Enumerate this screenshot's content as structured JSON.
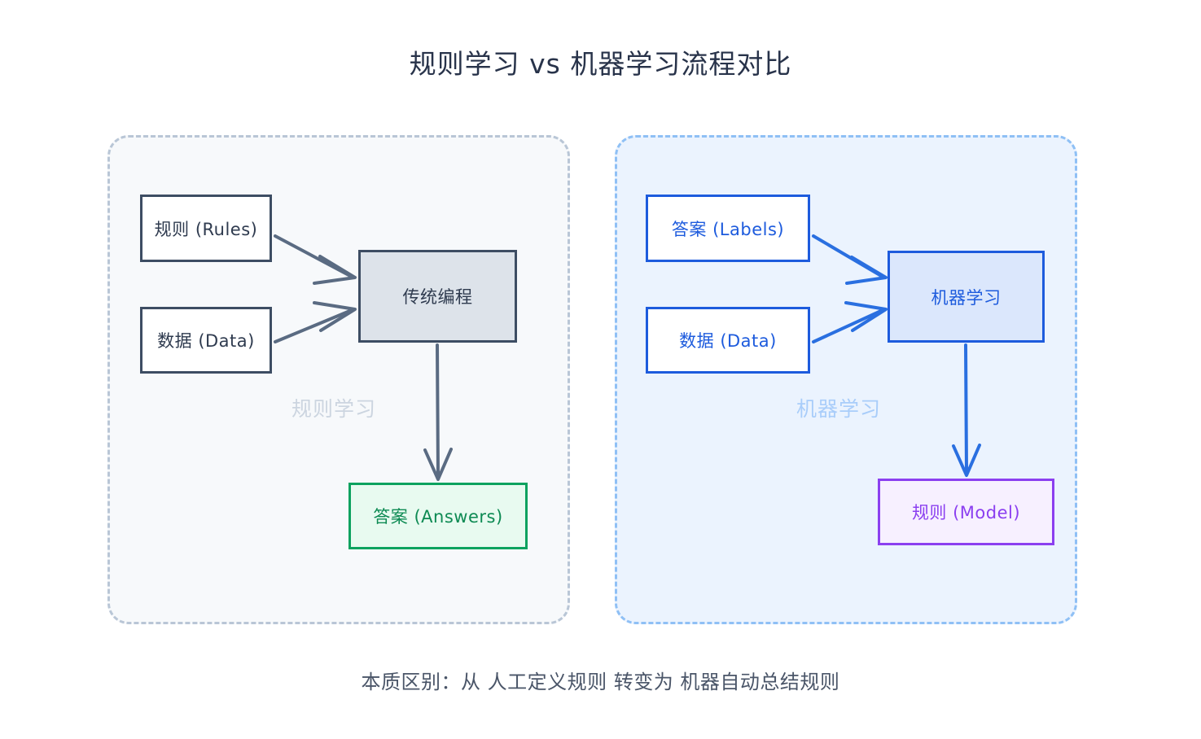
{
  "page": {
    "title": "规则学习 vs 机器学习流程对比",
    "caption": "本质区别：从 人工定义规则 转变为 机器自动总结规则",
    "background": "#ffffff"
  },
  "panels": [
    {
      "id": "rule-based",
      "label": "规则学习",
      "label_color": "#ccd5e0",
      "fill": "#f7f9fb",
      "border_color": "#b9c6d6",
      "border_style": "dashed",
      "nodes": [
        {
          "id": "rules",
          "text": "规则 (Rules)",
          "fill": "#ffffff",
          "border": "#3d4d63",
          "text_color": "#2f3b4f"
        },
        {
          "id": "data",
          "text": "数据 (Data)",
          "fill": "#ffffff",
          "border": "#3d4d63",
          "text_color": "#2f3b4f"
        },
        {
          "id": "traditional",
          "text": "传统编程",
          "fill": "#dde3ea",
          "border": "#3d4d63",
          "text_color": "#2f3b4f"
        },
        {
          "id": "answers",
          "text": "答案 (Answers)",
          "fill": "#e8faf0",
          "border": "#0ca25f",
          "text_color": "#0d8a53"
        }
      ],
      "edges": [
        {
          "from": "rules",
          "to": "traditional",
          "color": "#5a6b82"
        },
        {
          "from": "data",
          "to": "traditional",
          "color": "#5a6b82"
        },
        {
          "from": "traditional",
          "to": "answers",
          "color": "#5a6b82"
        }
      ]
    },
    {
      "id": "machine-learning",
      "label": "机器学习",
      "label_color": "#a9cdfa",
      "fill": "#ebf3fe",
      "border_color": "#8fc0f5",
      "border_style": "dashed",
      "nodes": [
        {
          "id": "labels",
          "text": "答案 (Labels)",
          "fill": "#ffffff",
          "border": "#1d5bdd",
          "text_color": "#1d5bdd"
        },
        {
          "id": "data",
          "text": "数据 (Data)",
          "fill": "#ffffff",
          "border": "#1d5bdd",
          "text_color": "#1d5bdd"
        },
        {
          "id": "ml",
          "text": "机器学习",
          "fill": "#dbe7fc",
          "border": "#1d5bdd",
          "text_color": "#1d5bdd"
        },
        {
          "id": "model",
          "text": "规则 (Model)",
          "fill": "#f7f0ff",
          "border": "#8b3ff0",
          "text_color": "#8b3ff0"
        }
      ],
      "edges": [
        {
          "from": "labels",
          "to": "ml",
          "color": "#2a6fe0"
        },
        {
          "from": "data",
          "to": "ml",
          "color": "#2a6fe0"
        },
        {
          "from": "ml",
          "to": "model",
          "color": "#2a6fe0"
        }
      ]
    }
  ]
}
